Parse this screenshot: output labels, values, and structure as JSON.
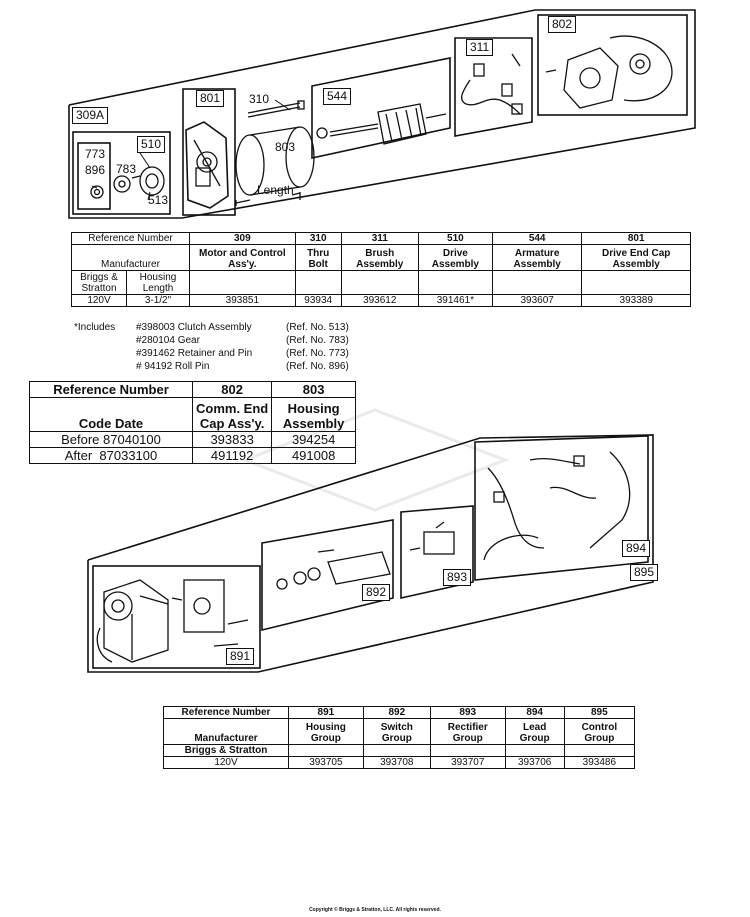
{
  "callouts": {
    "c309a": "309A",
    "c801": "801",
    "c310": "310",
    "c544": "544",
    "c311": "311",
    "c802": "802",
    "c773": "773",
    "c896": "896",
    "c783": "783",
    "c510": "510",
    "c513": "513",
    "c803": "803",
    "length": "Length",
    "c891": "891",
    "c892": "892",
    "c893": "893",
    "c894": "894",
    "c895": "895"
  },
  "table1": {
    "ref_header": "Reference Number",
    "manufacturer": "Manufacturer",
    "brand": "Briggs & Stratton",
    "housing_length": "Housing Length",
    "voltage": "120V",
    "length_value": "3-1/2\"",
    "columns": [
      {
        "ref": "309",
        "name": "Motor and Control Ass'y.",
        "part": "393851"
      },
      {
        "ref": "310",
        "name": "Thru Bolt",
        "part": "93934"
      },
      {
        "ref": "311",
        "name": "Brush Assembly",
        "part": "393612"
      },
      {
        "ref": "510",
        "name": "Drive Assembly",
        "part": "391461*"
      },
      {
        "ref": "544",
        "name": "Armature Assembly",
        "part": "393607"
      },
      {
        "ref": "801",
        "name": "Drive End Cap Assembly",
        "part": "393389"
      }
    ]
  },
  "notes": {
    "label": "*Includes",
    "items": [
      {
        "part": "#398003 Clutch Assembly",
        "ref": "(Ref. No. 513)"
      },
      {
        "part": "#280104 Gear",
        "ref": "(Ref. No. 783)"
      },
      {
        "part": "#391462 Retainer and Pin",
        "ref": "(Ref. No. 773)"
      },
      {
        "part": "# 94192 Roll Pin",
        "ref": "(Ref. No. 896)"
      }
    ]
  },
  "table2": {
    "ref_header": "Reference Number",
    "code_date": "Code Date",
    "columns": [
      {
        "ref": "802",
        "name": "Comm. End Cap Ass'y."
      },
      {
        "ref": "803",
        "name": "Housing Assembly"
      }
    ],
    "rows": [
      {
        "date": "Before 87040100",
        "v802": "393833",
        "v803": "394254"
      },
      {
        "date": "After  87033100",
        "v802": "491192",
        "v803": "491008"
      }
    ]
  },
  "table3": {
    "ref_header": "Reference Number",
    "manufacturer": "Manufacturer",
    "brand": "Briggs & Stratton",
    "voltage": "120V",
    "columns": [
      {
        "ref": "891",
        "name": "Housing Group",
        "part": "393705"
      },
      {
        "ref": "892",
        "name": "Switch Group",
        "part": "393708"
      },
      {
        "ref": "893",
        "name": "Rectifier Group",
        "part": "393707"
      },
      {
        "ref": "894",
        "name": "Lead Group",
        "part": "393706"
      },
      {
        "ref": "895",
        "name": "Control Group",
        "part": "393486"
      }
    ]
  },
  "copyright": "Copyright © Briggs & Stratton, LLC. All rights reserved."
}
